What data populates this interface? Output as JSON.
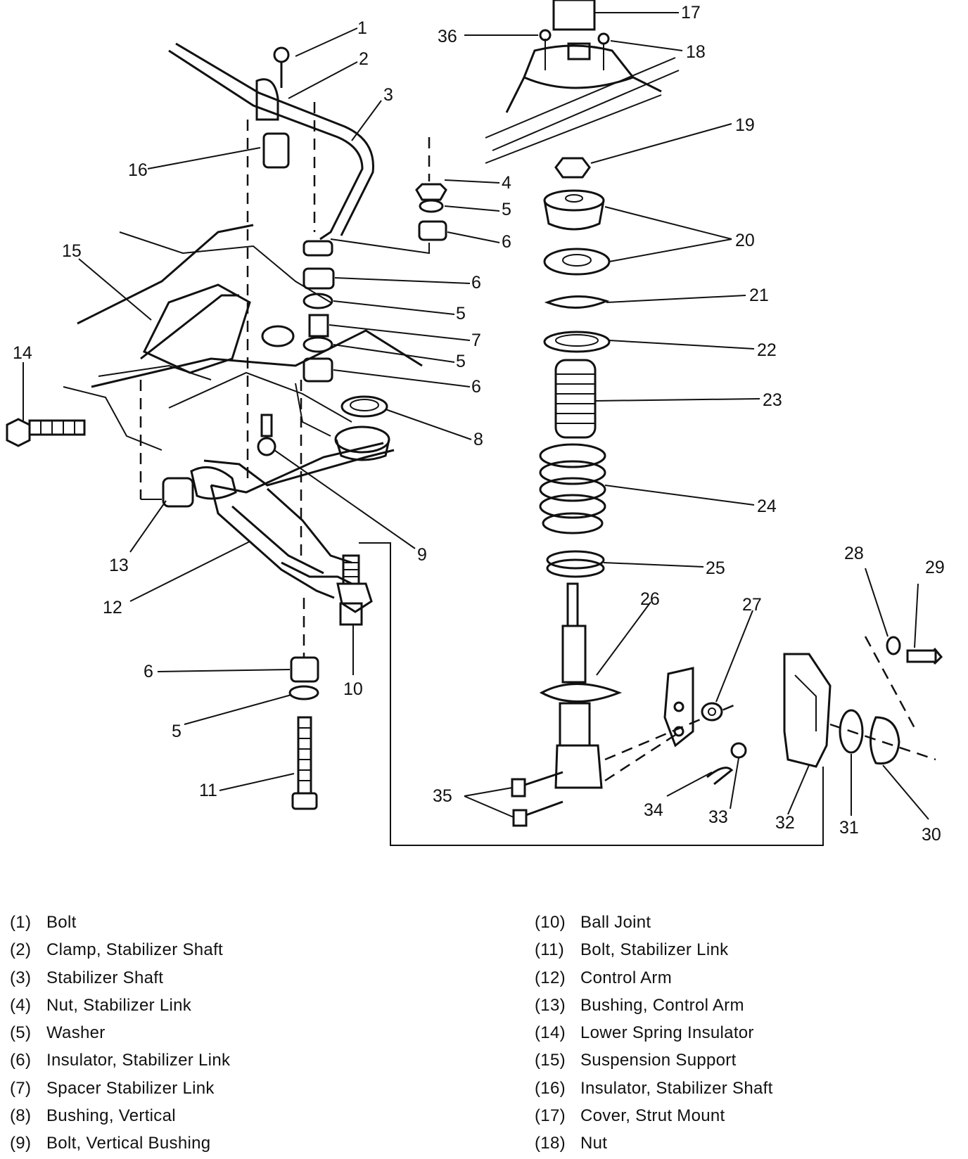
{
  "diagram": {
    "callouts": [
      {
        "id": "c1",
        "text": "1"
      },
      {
        "id": "c2",
        "text": "2"
      },
      {
        "id": "c3",
        "text": "3"
      },
      {
        "id": "c4",
        "text": "4"
      },
      {
        "id": "c5a",
        "text": "5"
      },
      {
        "id": "c6a",
        "text": "6"
      },
      {
        "id": "c6b",
        "text": "6"
      },
      {
        "id": "c5b",
        "text": "5"
      },
      {
        "id": "c7",
        "text": "7"
      },
      {
        "id": "c5c",
        "text": "5"
      },
      {
        "id": "c6c",
        "text": "6"
      },
      {
        "id": "c8",
        "text": "8"
      },
      {
        "id": "c9",
        "text": "9"
      },
      {
        "id": "c10",
        "text": "10"
      },
      {
        "id": "c11",
        "text": "11"
      },
      {
        "id": "c12",
        "text": "12"
      },
      {
        "id": "c13",
        "text": "13"
      },
      {
        "id": "c14",
        "text": "14"
      },
      {
        "id": "c15",
        "text": "15"
      },
      {
        "id": "c16",
        "text": "16"
      },
      {
        "id": "c6d",
        "text": "6"
      },
      {
        "id": "c5d",
        "text": "5"
      },
      {
        "id": "c17",
        "text": "17"
      },
      {
        "id": "c18",
        "text": "18"
      },
      {
        "id": "c36",
        "text": "36"
      },
      {
        "id": "c19",
        "text": "19"
      },
      {
        "id": "c20",
        "text": "20"
      },
      {
        "id": "c21",
        "text": "21"
      },
      {
        "id": "c22",
        "text": "22"
      },
      {
        "id": "c23",
        "text": "23"
      },
      {
        "id": "c24",
        "text": "24"
      },
      {
        "id": "c25",
        "text": "25"
      },
      {
        "id": "c26",
        "text": "26"
      },
      {
        "id": "c27",
        "text": "27"
      },
      {
        "id": "c28",
        "text": "28"
      },
      {
        "id": "c29",
        "text": "29"
      },
      {
        "id": "c30",
        "text": "30"
      },
      {
        "id": "c31",
        "text": "31"
      },
      {
        "id": "c32",
        "text": "32"
      },
      {
        "id": "c33",
        "text": "33"
      },
      {
        "id": "c34",
        "text": "34"
      },
      {
        "id": "c35",
        "text": "35"
      }
    ]
  },
  "legend": {
    "left": [
      {
        "num": "(1)",
        "label": "Bolt"
      },
      {
        "num": "(2)",
        "label": "Clamp, Stabilizer Shaft"
      },
      {
        "num": "(3)",
        "label": "Stabilizer Shaft"
      },
      {
        "num": "(4)",
        "label": "Nut, Stabilizer Link"
      },
      {
        "num": "(5)",
        "label": "Washer"
      },
      {
        "num": "(6)",
        "label": "Insulator, Stabilizer Link"
      },
      {
        "num": "(7)",
        "label": "Spacer Stabilizer Link"
      },
      {
        "num": "(8)",
        "label": "Bushing, Vertical"
      },
      {
        "num": "(9)",
        "label": "Bolt, Vertical Bushing"
      }
    ],
    "right": [
      {
        "num": "(10)",
        "label": "Ball Joint"
      },
      {
        "num": "(11)",
        "label": "Bolt, Stabilizer Link"
      },
      {
        "num": "(12)",
        "label": "Control Arm"
      },
      {
        "num": "(13)",
        "label": "Bushing, Control Arm"
      },
      {
        "num": "(14)",
        "label": "Lower Spring Insulator"
      },
      {
        "num": "(15)",
        "label": "Suspension Support"
      },
      {
        "num": "(16)",
        "label": "Insulator, Stabilizer Shaft"
      },
      {
        "num": "(17)",
        "label": "Cover, Strut Mount"
      },
      {
        "num": "(18)",
        "label": "Nut"
      }
    ]
  }
}
